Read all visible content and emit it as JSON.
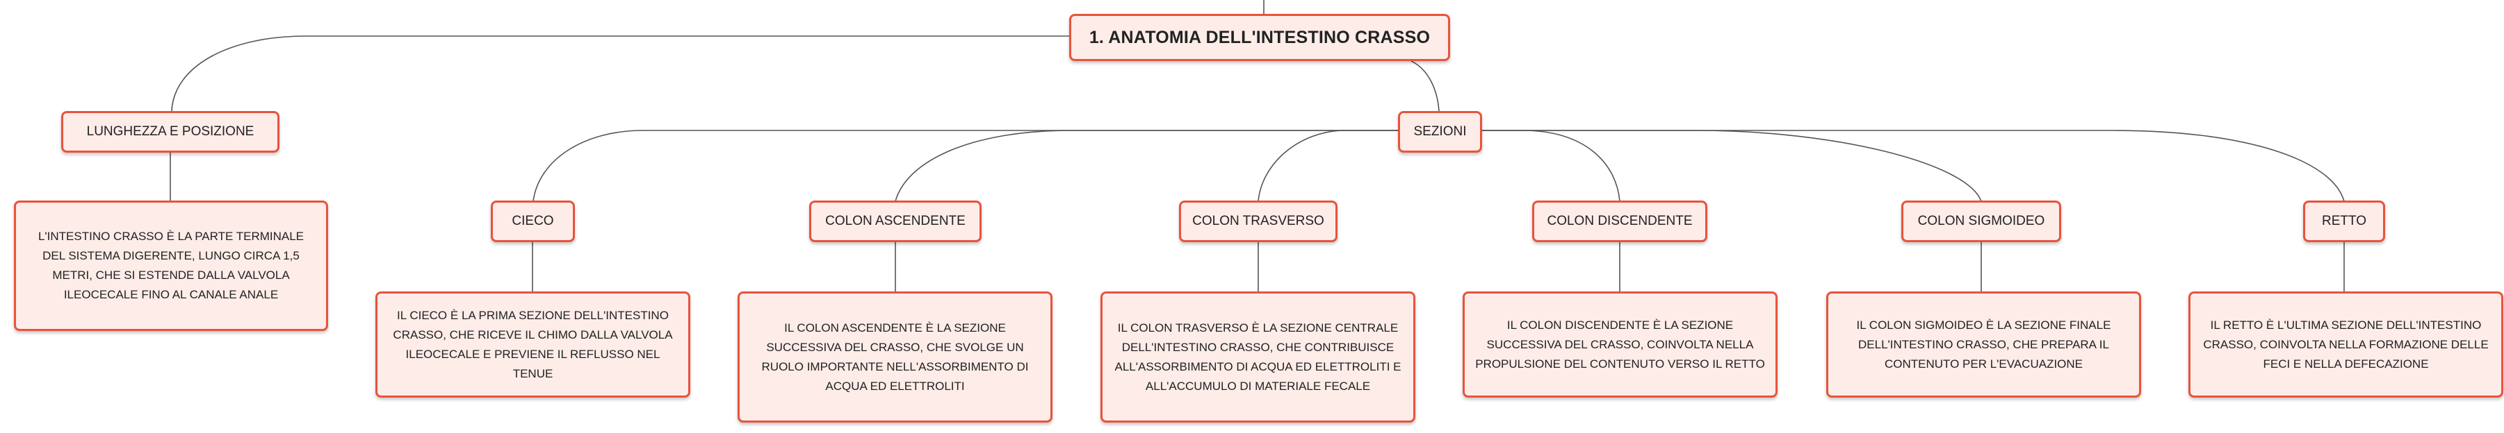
{
  "root": {
    "title": "1. ANATOMIA DELL'INTESTINO CRASSO"
  },
  "lunghezza": {
    "title": "LUNGHEZZA E POSIZIONE",
    "text": "L'INTESTINO CRASSO È LA PARTE TERMINALE DEL SISTEMA DIGERENTE, LUNGO CIRCA 1,5 METRI, CHE SI ESTENDE DALLA VALVOLA ILEOCECALE FINO AL CANALE ANALE"
  },
  "sezioni": {
    "title": "SEZIONI",
    "items": [
      {
        "title": "CIECO",
        "text": "IL CIECO È LA PRIMA SEZIONE DELL'INTESTINO CRASSO, CHE RICEVE IL CHIMO DALLA VALVOLA ILEOCECALE E PREVIENE IL REFLUSSO NEL TENUE"
      },
      {
        "title": "COLON ASCENDENTE",
        "text": "IL COLON ASCENDENTE È LA SEZIONE SUCCESSIVA DEL CRASSO, CHE SVOLGE UN RUOLO IMPORTANTE NELL'ASSORBIMENTO DI ACQUA ED ELETTROLITI"
      },
      {
        "title": "COLON TRASVERSO",
        "text": "IL COLON TRASVERSO È LA SEZIONE CENTRALE DELL'INTESTINO CRASSO, CHE CONTRIBUISCE ALL'ASSORBIMENTO DI ACQUA ED ELETTROLITI E ALL'ACCUMULO DI MATERIALE FECALE"
      },
      {
        "title": "COLON DISCENDENTE",
        "text": "IL COLON DISCENDENTE È LA SEZIONE SUCCESSIVA DEL CRASSO, COINVOLTA NELLA PROPULSIONE DEL CONTENUTO VERSO IL RETTO"
      },
      {
        "title": "COLON SIGMOIDEO",
        "text": "IL COLON SIGMOIDEO È LA SEZIONE FINALE DELL'INTESTINO CRASSO, CHE PREPARA IL CONTENUTO PER L'EVACUAZIONE"
      },
      {
        "title": "RETTO",
        "text": "IL RETTO È L'ULTIMA SEZIONE DELL'INTESTINO CRASSO, COINVOLTA NELLA FORMAZIONE DELLE FECI E NELLA DEFECAZIONE"
      }
    ]
  },
  "colors": {
    "node_fill": "#fdece8",
    "node_border": "#e9533d",
    "connector": "#555555",
    "text": "#222222"
  }
}
